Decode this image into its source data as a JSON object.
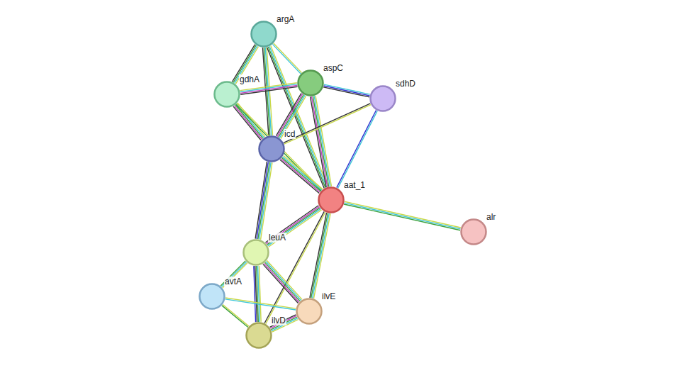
{
  "diagram": {
    "nodes": [
      {
        "text": [
          "argA"
        ]
      },
      {
        "text": [
          "aspC"
        ]
      },
      {
        "text": [
          "gdhA"
        ]
      },
      {
        "text": [
          "sdhD"
        ]
      },
      {
        "text": [
          "icd"
        ]
      },
      {
        "text": [
          "aat_1"
        ]
      },
      {
        "text": [
          "alr"
        ]
      },
      {
        "text": [
          "leuA"
        ]
      },
      {
        "text": [
          "avtA"
        ]
      },
      {
        "text": [
          "ilvE"
        ]
      },
      {
        "text": [
          "ilvD"
        ]
      }
    ],
    "edges": [
      {
        "from": 0,
        "to": 2,
        "arrow": "none"
      },
      {
        "from": 0,
        "to": 1,
        "arrow": "none"
      },
      {
        "from": 0,
        "to": 4,
        "arrow": "none"
      },
      {
        "from": 0,
        "to": 5,
        "arrow": "none"
      },
      {
        "from": 2,
        "to": 1,
        "arrow": "none"
      },
      {
        "from": 2,
        "to": 4,
        "arrow": "none"
      },
      {
        "from": 2,
        "to": 5,
        "arrow": "none"
      },
      {
        "from": 1,
        "to": 3,
        "arrow": "none"
      },
      {
        "from": 1,
        "to": 4,
        "arrow": "none"
      },
      {
        "from": 1,
        "to": 5,
        "arrow": "none"
      },
      {
        "from": 3,
        "to": 4,
        "arrow": "none"
      },
      {
        "from": 3,
        "to": 5,
        "arrow": "none"
      },
      {
        "from": 4,
        "to": 5,
        "arrow": "none"
      },
      {
        "from": 4,
        "to": 7,
        "arrow": "none"
      },
      {
        "from": 5,
        "to": 6,
        "arrow": "none"
      },
      {
        "from": 5,
        "to": 7,
        "arrow": "none"
      },
      {
        "from": 5,
        "to": 9,
        "arrow": "none"
      },
      {
        "from": 5,
        "to": 10,
        "arrow": "none"
      },
      {
        "from": 7,
        "to": 8,
        "arrow": "none"
      },
      {
        "from": 7,
        "to": 9,
        "arrow": "none"
      },
      {
        "from": 7,
        "to": 10,
        "arrow": "none"
      },
      {
        "from": 8,
        "to": 9,
        "arrow": "none"
      },
      {
        "from": 8,
        "to": 10,
        "arrow": "none"
      },
      {
        "from": 9,
        "to": 10,
        "arrow": "none"
      }
    ]
  }
}
